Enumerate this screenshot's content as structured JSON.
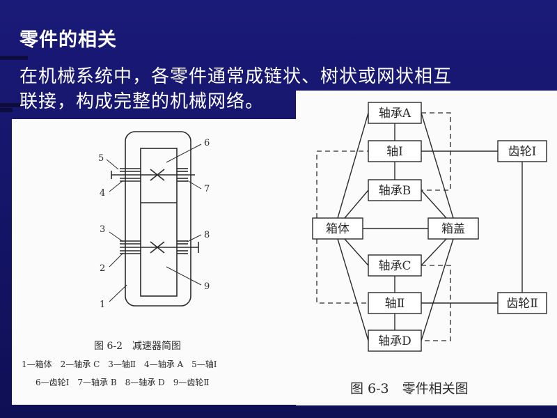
{
  "slide": {
    "title": "零件的相关",
    "body_line1": "在机械系统中，各零件通常成链状、树状或网状相互",
    "body_line2": "联接，构成完整的机械网络。"
  },
  "figure_62": {
    "caption": "图 6-2　减速器简图",
    "part_numbers": [
      "1",
      "2",
      "3",
      "4",
      "5",
      "6",
      "7",
      "8",
      "9"
    ],
    "legend_line1": "1—箱体　2—轴承 C　3—轴Ⅱ　4—轴承 A　5—轴Ⅰ",
    "legend_line2": "6—齿轮Ⅰ　7—轴承 B　8—轴承 D　9—齿轮Ⅱ"
  },
  "figure_63": {
    "caption": "图 6-3　零件相关图",
    "nodes": {
      "bearing_a": "轴承A",
      "shaft_1": "轴Ⅰ",
      "bearing_b": "轴承B",
      "housing": "箱体",
      "cover": "箱盖",
      "bearing_c": "轴承C",
      "shaft_2": "轴Ⅱ",
      "bearing_d": "轴承D",
      "gear_1": "齿轮Ⅰ",
      "gear_2": "齿轮Ⅱ"
    }
  },
  "colors": {
    "slide_background": "#15156a",
    "text": "#ffffff",
    "panel": "#fbfbfb",
    "ink": "#2a2a2a"
  }
}
